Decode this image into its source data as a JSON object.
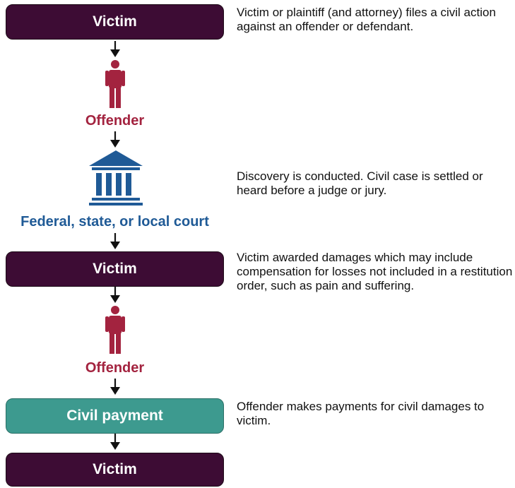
{
  "colors": {
    "victim_box": "#3d0c34",
    "payment_box": "#3d9a8f",
    "offender_text": "#a3233f",
    "court": "#1f5a96",
    "arrow": "#111111"
  },
  "icons": {
    "person": "person-icon",
    "court": "courthouse-icon",
    "arrow": "arrow-down-icon"
  },
  "nodes": {
    "victim_1": "Victim",
    "offender_1": "Offender",
    "court": "Federal, state, or local court",
    "victim_2": "Victim",
    "offender_2": "Offender",
    "civil_payment": "Civil payment",
    "victim_3": "Victim"
  },
  "descriptions": {
    "step_1": "Victim or plaintiff (and attorney) files a civil action against an offender or defendant.",
    "step_2": "Discovery is conducted. Civil case is settled or heard before a judge or jury.",
    "step_3": "Victim awarded damages which may include compensation for losses not included in a restitution order, such as pain and suffering.",
    "step_4": "Offender makes payments for civil damages to victim."
  }
}
